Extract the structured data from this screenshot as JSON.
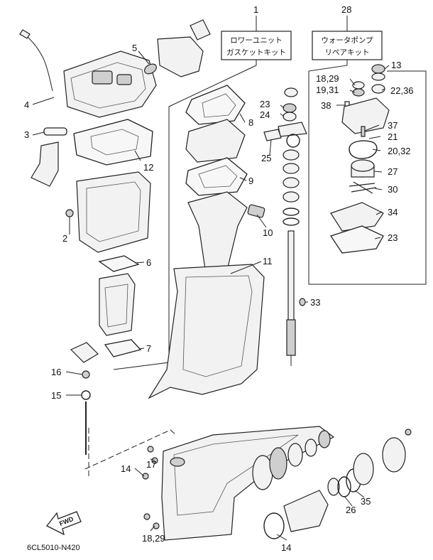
{
  "kits": {
    "gasket_kit": {
      "number": "1",
      "line1": "ロワーユニット",
      "line2": "ガスケットキット"
    },
    "water_pump_kit": {
      "number": "28",
      "line1": "ウォータポンプ",
      "line2": "リペアキット"
    }
  },
  "callouts": [
    {
      "id": "c2",
      "text": "2"
    },
    {
      "id": "c3",
      "text": "3"
    },
    {
      "id": "c4",
      "text": "4"
    },
    {
      "id": "c5",
      "text": "5"
    },
    {
      "id": "c6",
      "text": "6"
    },
    {
      "id": "c7",
      "text": "7"
    },
    {
      "id": "c8",
      "text": "8"
    },
    {
      "id": "c9",
      "text": "9"
    },
    {
      "id": "c10",
      "text": "10"
    },
    {
      "id": "c11",
      "text": "11"
    },
    {
      "id": "c12",
      "text": "12"
    },
    {
      "id": "c13",
      "text": "13"
    },
    {
      "id": "c14a",
      "text": "14"
    },
    {
      "id": "c14b",
      "text": "14"
    },
    {
      "id": "c15",
      "text": "15"
    },
    {
      "id": "c16",
      "text": "16"
    },
    {
      "id": "c17",
      "text": "17"
    },
    {
      "id": "c18a",
      "text": "18,29"
    },
    {
      "id": "c18b",
      "text": "18,29"
    },
    {
      "id": "c19",
      "text": "19,31"
    },
    {
      "id": "c20",
      "text": "20,32"
    },
    {
      "id": "c21",
      "text": "21"
    },
    {
      "id": "c22",
      "text": "22,36"
    },
    {
      "id": "c23a",
      "text": "23"
    },
    {
      "id": "c23b",
      "text": "23"
    },
    {
      "id": "c24",
      "text": "24"
    },
    {
      "id": "c25",
      "text": "25"
    },
    {
      "id": "c26",
      "text": "26"
    },
    {
      "id": "c27",
      "text": "27"
    },
    {
      "id": "c30",
      "text": "30"
    },
    {
      "id": "c33",
      "text": "33"
    },
    {
      "id": "c34",
      "text": "34"
    },
    {
      "id": "c35",
      "text": "35"
    },
    {
      "id": "c37",
      "text": "37"
    },
    {
      "id": "c38",
      "text": "38"
    }
  ],
  "fwd_label": "FWD",
  "diagram_code": "6CL5010-N420"
}
